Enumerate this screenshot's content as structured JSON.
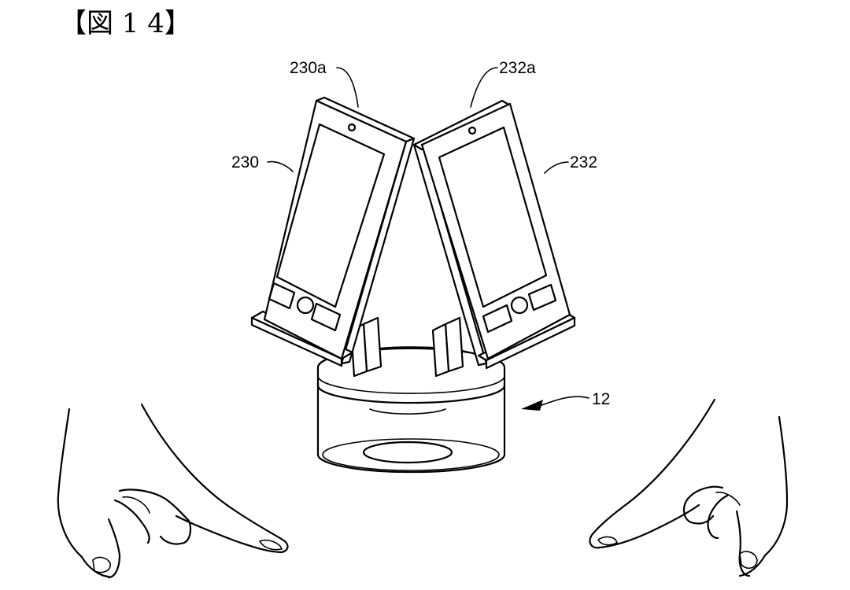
{
  "figure": {
    "title": "【図 1 4】"
  },
  "labels": {
    "left_device_top": "230a",
    "right_device_top": "232a",
    "left_device": "230",
    "right_device": "232",
    "base_unit": "12"
  }
}
